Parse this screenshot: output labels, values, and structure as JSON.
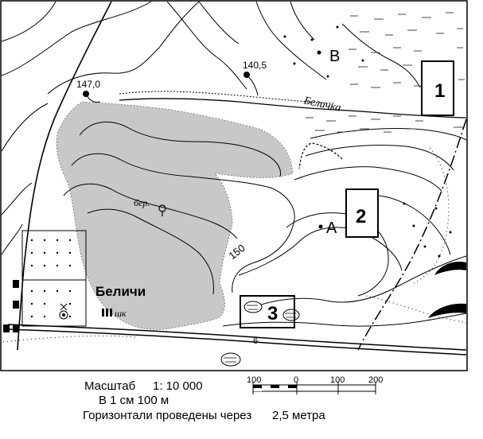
{
  "map": {
    "elevations": {
      "peak_west": "147,0",
      "peak_north": "140,5",
      "contour_label": "150"
    },
    "points": {
      "a": "А",
      "b": "В"
    },
    "areas": {
      "area_1": "1",
      "area_2": "2",
      "area_3": "3"
    },
    "features": {
      "river": "Беличка",
      "village": "Беличи",
      "forest_label": "бер.",
      "school_label": "шк",
      "road_number": "6"
    },
    "colors": {
      "forest": "#c8c8c8",
      "lines": "#000000",
      "background": "#ffffff"
    }
  },
  "legend": {
    "scale_label": "Масштаб",
    "scale_ratio": "1: 10 000",
    "scale_text": "В 1 см 100 м",
    "contour_text": "Горизонтали проведены через",
    "contour_interval": "2,5 метра",
    "bar_ticks": [
      "100",
      "0",
      "100",
      "200"
    ]
  }
}
